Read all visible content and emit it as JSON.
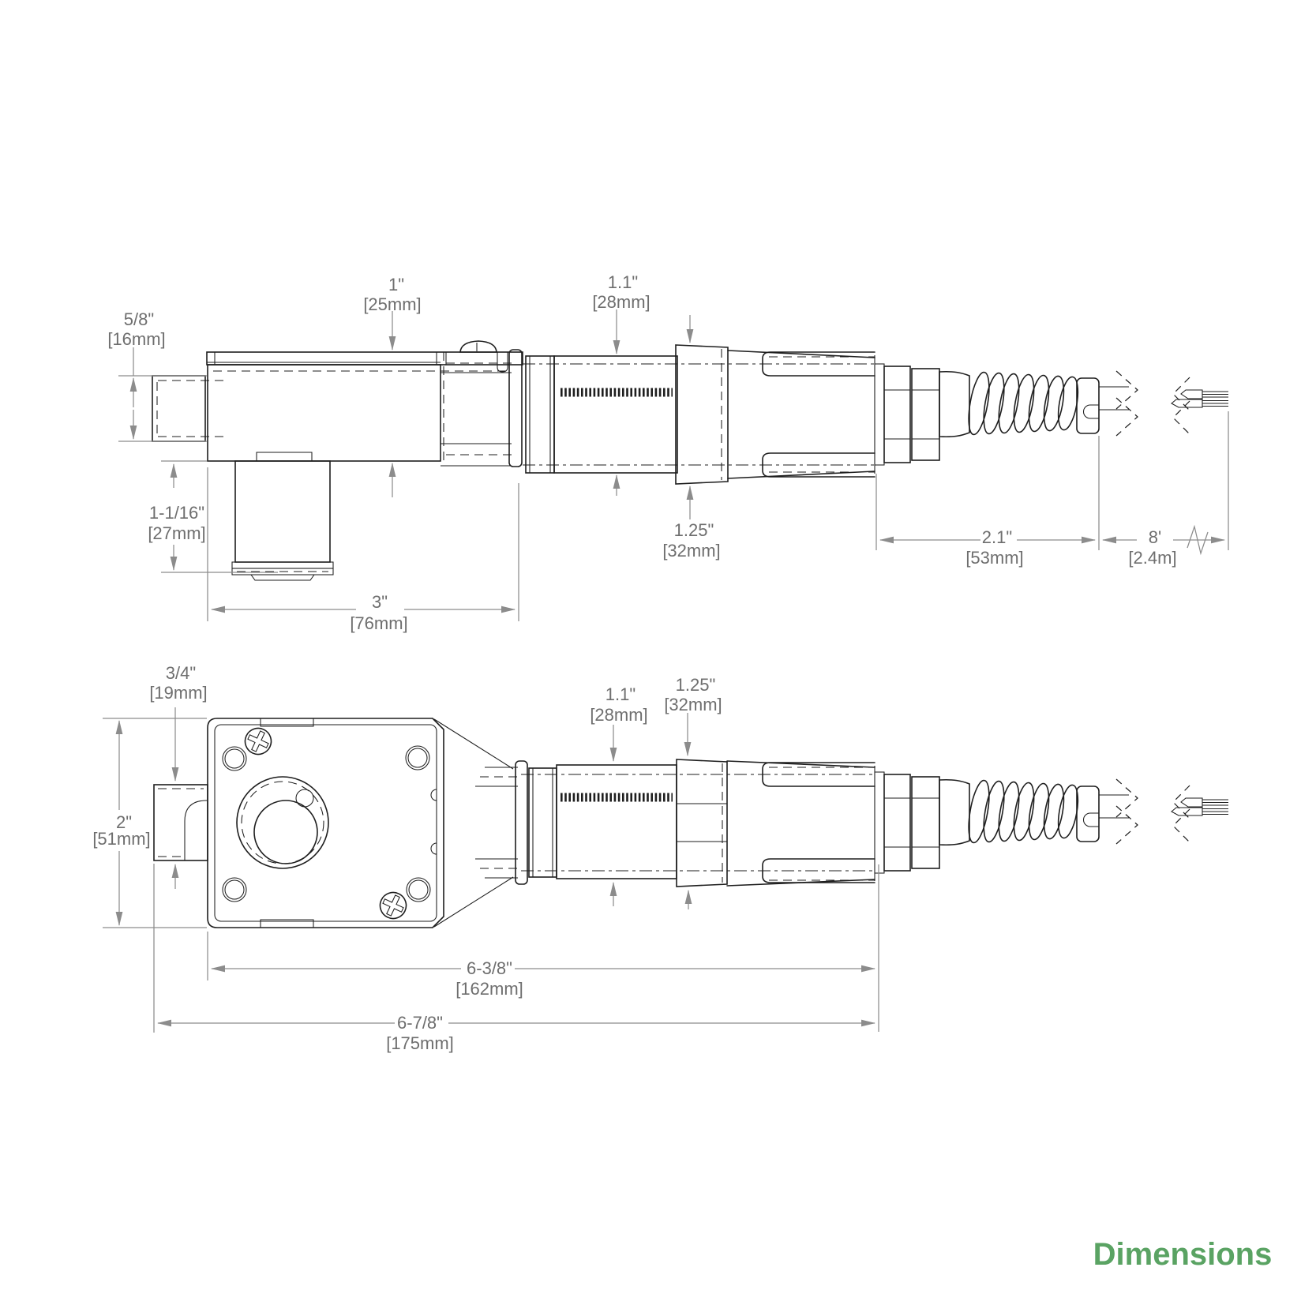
{
  "page": {
    "title_label": "Dimensions",
    "accent_color": "#5aa363"
  },
  "side_view": {
    "dims": {
      "shaft_height": {
        "in": "5/8\"",
        "mm": "[16mm]"
      },
      "body_height": {
        "in": "1\"",
        "mm": "[25mm]"
      },
      "barrel_dia": {
        "in": "1.1\"",
        "mm": "[28mm]"
      },
      "collar_dia": {
        "in": "1.25\"",
        "mm": "[32mm]"
      },
      "solenoid_depth": {
        "in": "1-1/16\"",
        "mm": "[27mm]"
      },
      "body_length": {
        "in": "3\"",
        "mm": "[76mm]"
      },
      "gland_length": {
        "in": "2.1\"",
        "mm": "[53mm]"
      },
      "cable_length": {
        "in": "8'",
        "mm": "[2.4m]"
      }
    }
  },
  "top_view": {
    "dims": {
      "shaft_height": {
        "in": "3/4\"",
        "mm": "[19mm]"
      },
      "plate_height": {
        "in": "2\"",
        "mm": "[51mm]"
      },
      "barrel_dia": {
        "in": "1.1\"",
        "mm": "[28mm]"
      },
      "collar_dia": {
        "in": "1.25\"",
        "mm": "[32mm]"
      },
      "assembly_length": {
        "in": "6-3/8\"",
        "mm": "[162mm]"
      },
      "overall_length": {
        "in": "6-7/8\"",
        "mm": "[175mm]"
      }
    }
  }
}
